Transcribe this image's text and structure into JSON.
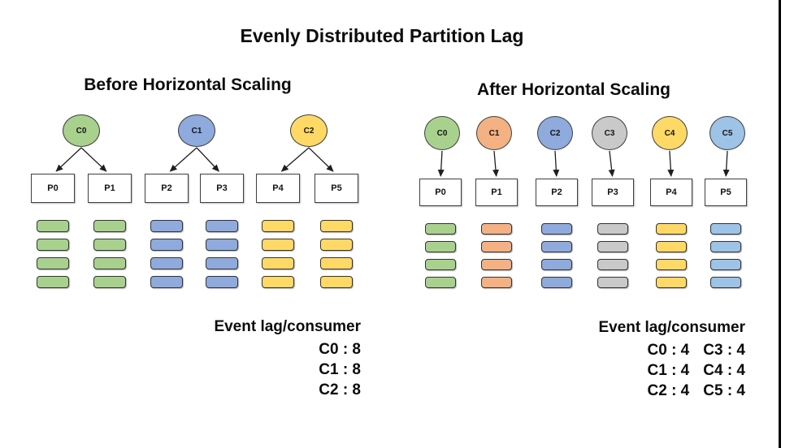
{
  "title": "Evenly Distributed Partition Lag",
  "colors": {
    "green": "#A9D18E",
    "blue": "#8FAADC",
    "yellow": "#FFD966",
    "orange": "#F4B183",
    "gray": "#C9C9C9",
    "light_blue": "#9DC3E6",
    "shape_border": "#3F3F3F",
    "arrow": "#1F1F1F",
    "edge_line": "#000000"
  },
  "before": {
    "header": "Before Horizontal Scaling",
    "consumers": [
      {
        "label": "C0",
        "color": "green",
        "partitions": [
          "P0",
          "P1"
        ]
      },
      {
        "label": "C1",
        "color": "blue",
        "partitions": [
          "P2",
          "P3"
        ]
      },
      {
        "label": "C2",
        "color": "yellow",
        "partitions": [
          "P4",
          "P5"
        ]
      }
    ],
    "partitions": [
      {
        "label": "P0",
        "color": "green",
        "event_count": 4
      },
      {
        "label": "P1",
        "color": "green",
        "event_count": 4
      },
      {
        "label": "P2",
        "color": "blue",
        "event_count": 4
      },
      {
        "label": "P3",
        "color": "blue",
        "event_count": 4
      },
      {
        "label": "P4",
        "color": "yellow",
        "event_count": 4
      },
      {
        "label": "P5",
        "color": "yellow",
        "event_count": 4
      }
    ],
    "lag": {
      "header": "Event lag/consumer",
      "rows": [
        [
          "C0 : 8"
        ],
        [
          "C1 : 8"
        ],
        [
          "C2 : 8"
        ]
      ]
    }
  },
  "after": {
    "header": "After Horizontal Scaling",
    "consumers": [
      {
        "label": "C0",
        "color": "green",
        "partitions": [
          "P0"
        ]
      },
      {
        "label": "C1",
        "color": "orange",
        "partitions": [
          "P1"
        ]
      },
      {
        "label": "C2",
        "color": "blue",
        "partitions": [
          "P2"
        ]
      },
      {
        "label": "C3",
        "color": "gray",
        "partitions": [
          "P3"
        ]
      },
      {
        "label": "C4",
        "color": "yellow",
        "partitions": [
          "P4"
        ]
      },
      {
        "label": "C5",
        "color": "light_blue",
        "partitions": [
          "P5"
        ]
      }
    ],
    "partitions": [
      {
        "label": "P0",
        "color": "green",
        "event_count": 4
      },
      {
        "label": "P1",
        "color": "orange",
        "event_count": 4
      },
      {
        "label": "P2",
        "color": "blue",
        "event_count": 4
      },
      {
        "label": "P3",
        "color": "gray",
        "event_count": 4
      },
      {
        "label": "P4",
        "color": "yellow",
        "event_count": 4
      },
      {
        "label": "P5",
        "color": "light_blue",
        "event_count": 4
      }
    ],
    "lag": {
      "header": "Event lag/consumer",
      "rows": [
        [
          "C0 : 4",
          "C3 : 4"
        ],
        [
          "C1 : 4",
          "C4 : 4"
        ],
        [
          "C2 : 4",
          "C5 : 4"
        ]
      ]
    }
  }
}
